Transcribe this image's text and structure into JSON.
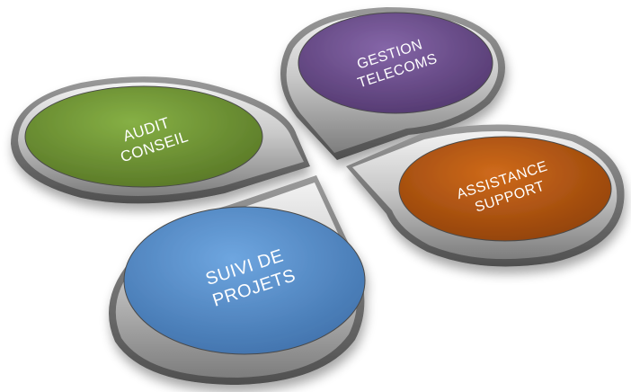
{
  "petals": [
    {
      "id": "audit-conseil",
      "lines": [
        "AUDIT",
        "CONSEIL"
      ],
      "color": "#6a8e2e",
      "color_light": "#7ea83a",
      "color_dark": "#557324"
    },
    {
      "id": "gestion-telecoms",
      "lines": [
        "GESTION",
        "TELECOMS"
      ],
      "color": "#6a4a8a",
      "color_light": "#7b5b9d",
      "color_dark": "#553a72"
    },
    {
      "id": "assistance-support",
      "lines": [
        "ASSISTANCE",
        "SUPPORT"
      ],
      "color": "#b1520d",
      "color_light": "#c66416",
      "color_dark": "#92420a"
    },
    {
      "id": "suivi-de-projets",
      "lines": [
        "SUIVI DE",
        "PROJETS"
      ],
      "color": "#4f86c6",
      "color_light": "#629ad6",
      "color_dark": "#3f70ab"
    }
  ]
}
